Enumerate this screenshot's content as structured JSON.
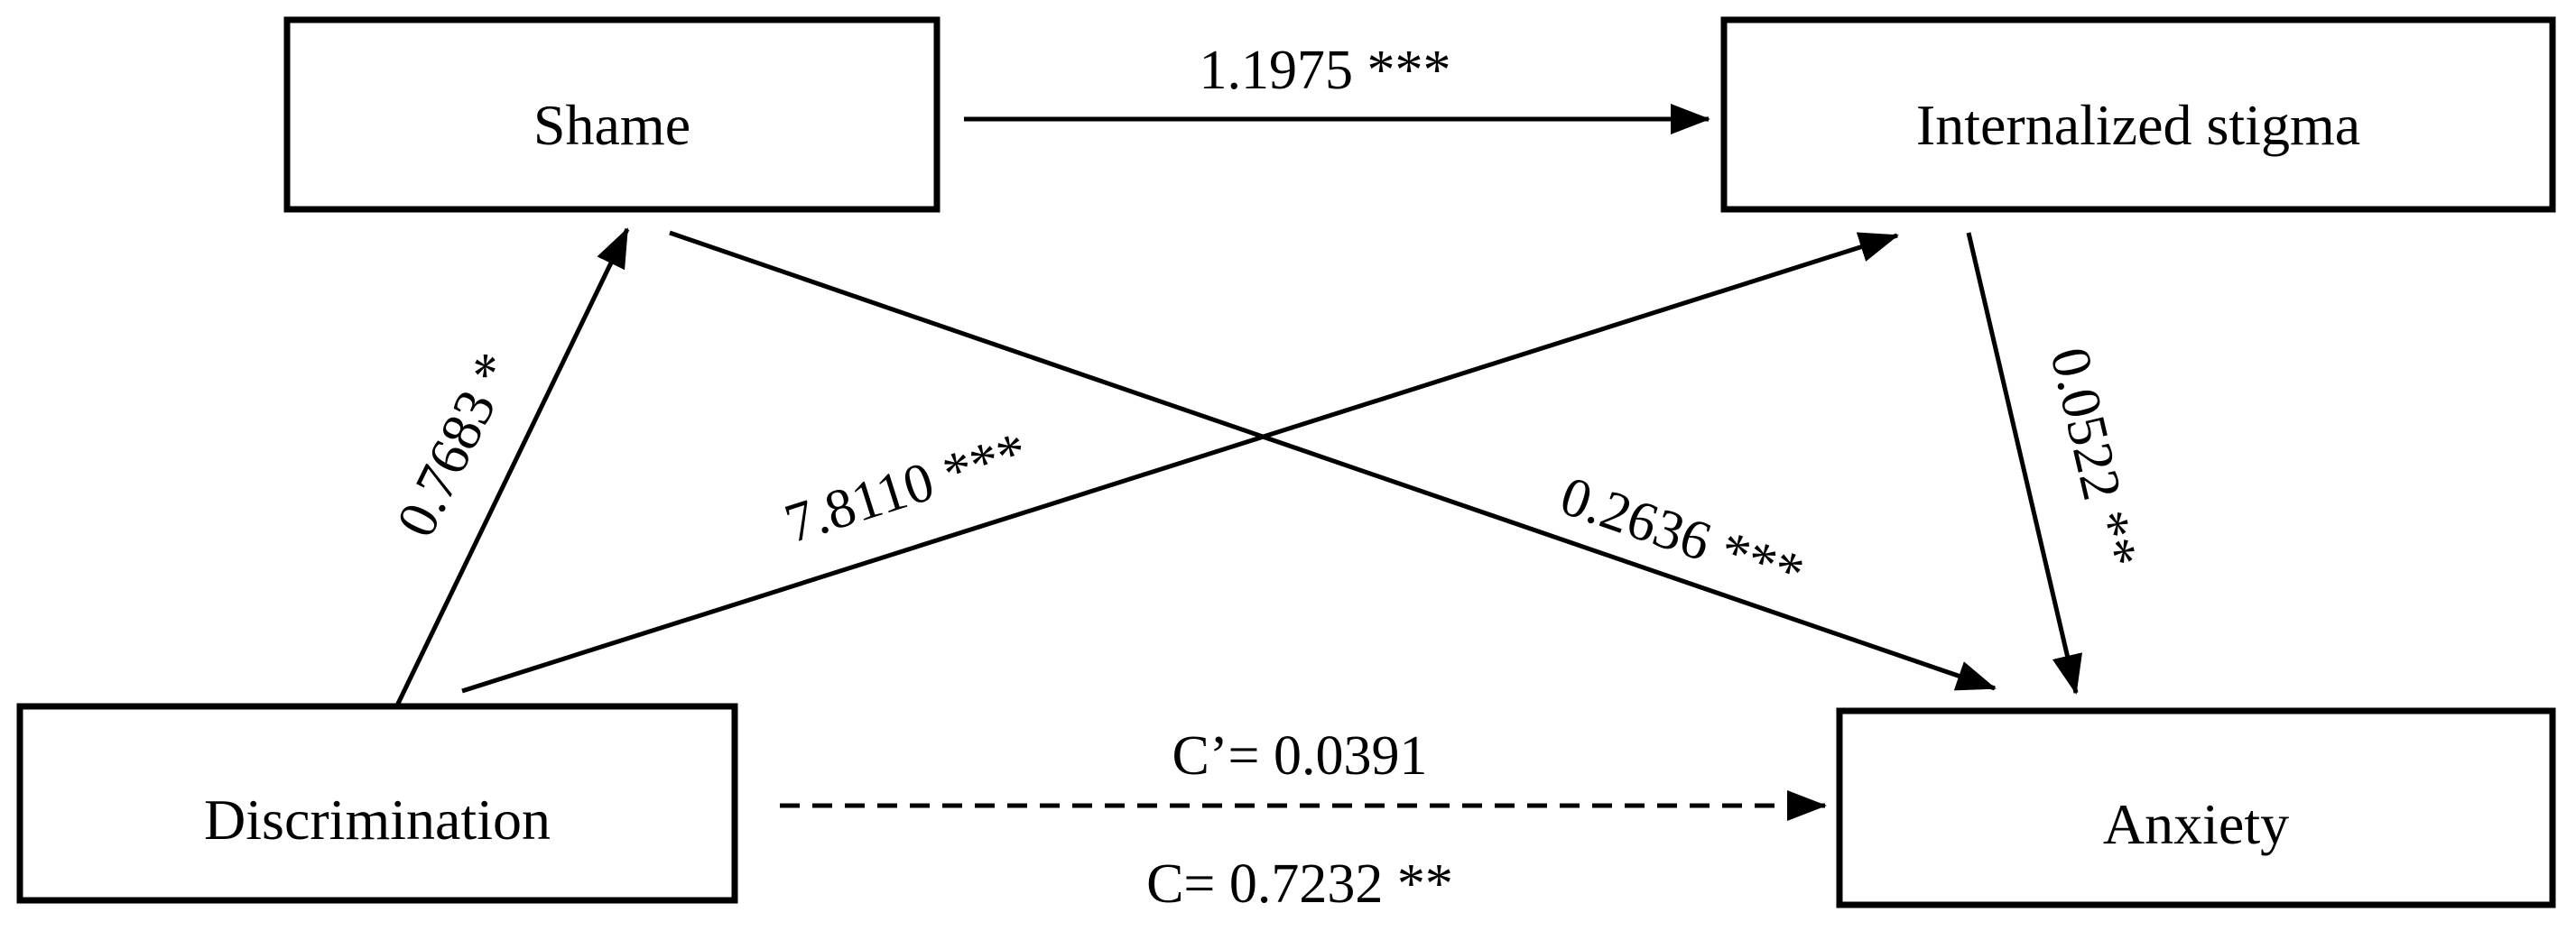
{
  "nodes": {
    "shame": "Shame",
    "internalized_stigma": "Internalized stigma",
    "discrimination": "Discrimination",
    "anxiety": "Anxiety"
  },
  "paths": {
    "shame_to_stigma": "1.1975 ***",
    "discrimination_to_shame": "0.7683 *",
    "discrimination_to_stigma": "7.8110 ***",
    "shame_to_anxiety": "0.2636 ***",
    "stigma_to_anxiety": "0.0522 **",
    "direct_effect": "C’= 0.0391",
    "total_effect": "C= 0.7232 **"
  },
  "colors": {
    "line": "#000000",
    "background": "#ffffff"
  }
}
